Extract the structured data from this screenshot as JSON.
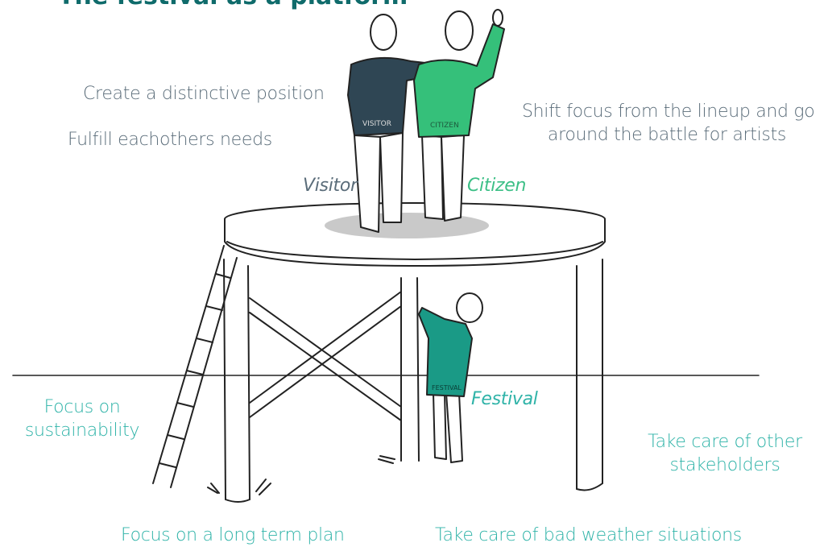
{
  "title": "The festival as a platform",
  "texts": {
    "create_position": "Create a distinctive position",
    "fulfill_needs": "Fulfill eachothers needs",
    "shift_focus_1": "Shift focus from the lineup and go",
    "shift_focus_2": "around the battle for artists",
    "focus_sustainability_1": "Focus on",
    "focus_sustainability_2": "sustainability",
    "take_care_stakeholders_1": "Take care of other",
    "take_care_stakeholders_2": "stakeholders",
    "long_term_plan": "Focus on a long term plan",
    "bad_weather": "Take care of bad weather situations"
  },
  "labels": {
    "visitor": "Visitor",
    "citizen": "Citizen",
    "festival": "Festival"
  },
  "shirt_text": {
    "visitor": "VISITOR",
    "citizen": "CITIZEN",
    "festival": "FESTIVAL"
  },
  "colors": {
    "title": "#0f6b6b",
    "gray_text": "#5b6d7a",
    "teal_text": "#2fb3a8",
    "visitor_shirt": "#2f4654",
    "citizen_shirt": "#35c07a",
    "festival_shirt": "#1a9a86"
  }
}
